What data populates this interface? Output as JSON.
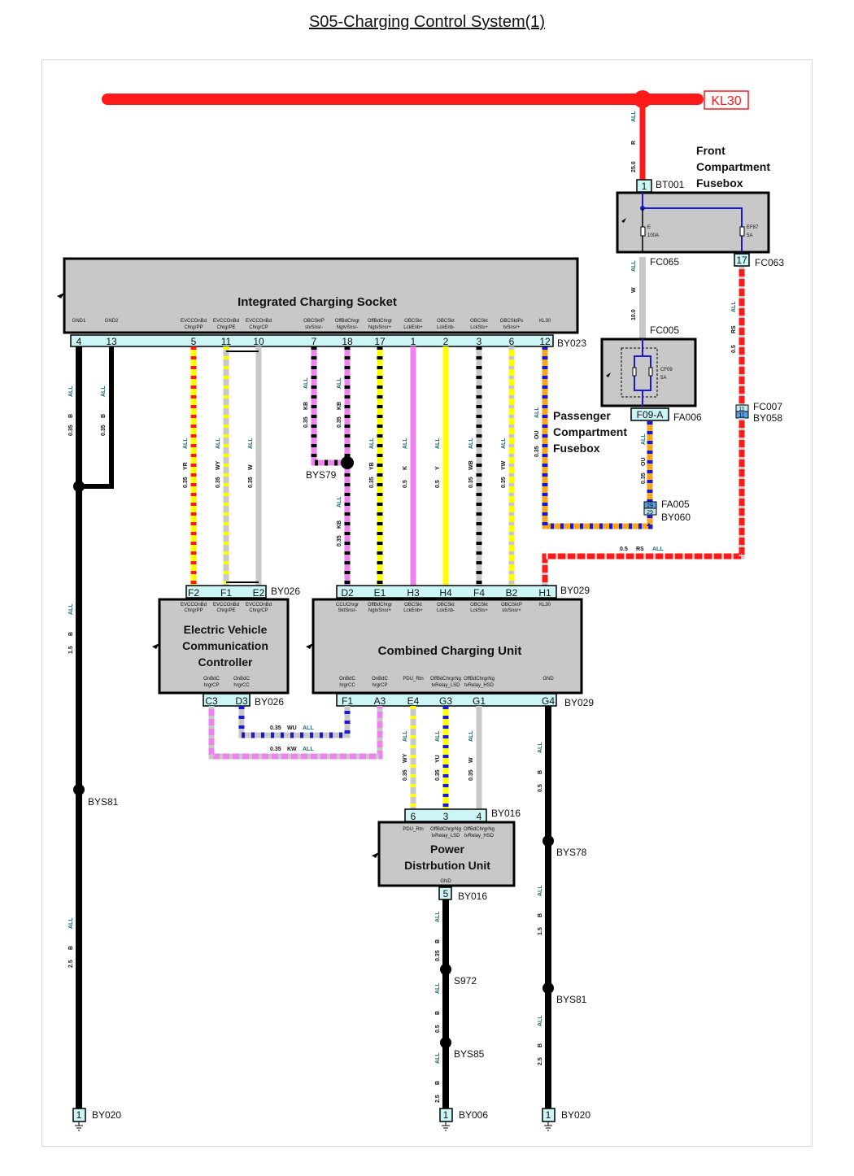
{
  "title": "S05-Charging Control System(1)",
  "supply": {
    "label": "KL30"
  },
  "components": {
    "front_fusebox": {
      "name_lines": [
        "Front",
        "Compartment",
        "Fusebox"
      ],
      "top_connector": "BT001",
      "top_pin": "1",
      "left_connector": "FC065",
      "right_connector": "FC063",
      "right_pin": "17",
      "fuse_e": {
        "name": "E",
        "rating": "100A"
      },
      "fuse_ef87": {
        "name": "EF87",
        "rating": "5A"
      }
    },
    "passenger_fusebox": {
      "name_lines": [
        "Passenger",
        "Compartment",
        "Fusebox"
      ],
      "top_connector": "FC005",
      "bottom_connector": "FA006",
      "bottom_pin": "F09-A",
      "fuse": {
        "name": "CF09",
        "rating": "5A"
      }
    },
    "socket": {
      "name": "Integrated Charging Socket",
      "connector": "BY023",
      "pins": [
        {
          "num": "4",
          "label": "GND1"
        },
        {
          "num": "13",
          "label": "GND2"
        },
        {
          "num": "5",
          "label": "EVCCOnBd ChrgrPP"
        },
        {
          "num": "11",
          "label": "EVCCOnBd ChrgrPE"
        },
        {
          "num": "10",
          "label": "EVCCOnBd ChrgrCP"
        },
        {
          "num": "7",
          "label": "OBCSktP stvSnsr-"
        },
        {
          "num": "18",
          "label": "OffBdChrgr NgtvSnsr-"
        },
        {
          "num": "17",
          "label": "OffBdChrgr NgtvSnsr+"
        },
        {
          "num": "1",
          "label": "OBCSkt LckEnb+"
        },
        {
          "num": "2",
          "label": "OBCSkt LckEnb-"
        },
        {
          "num": "3",
          "label": "OBCSkt LckSts+"
        },
        {
          "num": "6",
          "label": "OBCSktPs tvSnsr+"
        },
        {
          "num": "12",
          "label": "KL30"
        }
      ]
    },
    "evcc": {
      "name_lines": [
        "Electric Vehicle",
        "Communication",
        "Controller"
      ],
      "connector_top": "BY026",
      "connector_bottom": "BY026",
      "top_pins": [
        {
          "num": "F2",
          "label": "EVCCOnBd ChrgrPP"
        },
        {
          "num": "F1",
          "label": "EVCCOnBd ChrgrPE"
        },
        {
          "num": "E2",
          "label": "EVCCOnBd ChrgrCP"
        }
      ],
      "bottom_pins": [
        {
          "num": "C3",
          "label": "OnBdC hrgrCP"
        },
        {
          "num": "D3",
          "label": "OnBdC hrgrCC"
        }
      ]
    },
    "ccu": {
      "name": "Combined Charging Unit",
      "connector_top": "BY029",
      "connector_bottom": "BY029",
      "top_pins": [
        {
          "num": "D2",
          "label": "CCUChrgr SktSnsr-"
        },
        {
          "num": "E1",
          "label": "OffBdChrgr NgtvSnsr+"
        },
        {
          "num": "H3",
          "label": "OBCSkt LckEnb+"
        },
        {
          "num": "H4",
          "label": "OBCSkt LckEnb-"
        },
        {
          "num": "F4",
          "label": "OBCSkt LckSts+"
        },
        {
          "num": "B2",
          "label": "OBCSktP stvSnsr+"
        },
        {
          "num": "H1",
          "label": "KL30"
        }
      ],
      "bottom_pins": [
        {
          "num": "F1",
          "label": "OnBdC hrgrCC"
        },
        {
          "num": "A3",
          "label": "OnBdC hrgrCP"
        },
        {
          "num": "E4",
          "label": "PDU_Rtn"
        },
        {
          "num": "G3",
          "label": "OffBdChrgrNg tvRelay_LSD"
        },
        {
          "num": "G1",
          "label": "OffBdChrgrNg tvRelay_HSD"
        },
        {
          "num": "G4",
          "label": "GND"
        }
      ]
    },
    "pdu": {
      "name_lines": [
        "Power",
        "Distrbution Unit"
      ],
      "connector_top": "BY016",
      "connector_bottom": "BY016",
      "top_pins": [
        {
          "num": "6",
          "label": "PDU_Rtn"
        },
        {
          "num": "3",
          "label": "OffBdChrgrNg tvRelay_LSD"
        },
        {
          "num": "4",
          "label": "OffBdChrgrNg tvRelay_HSD"
        }
      ],
      "bottom_pins": [
        {
          "num": "5",
          "label": "GND"
        }
      ]
    }
  },
  "inline_connectors": {
    "fc007": {
      "name1": "FC007",
      "name2": "BY058",
      "pin": "11"
    },
    "fa005": {
      "name1": "FA005",
      "name2": "BY060",
      "pin": "29"
    }
  },
  "splices": {
    "bys79": "BYS79",
    "bys81_left": "BYS81",
    "bys78": "BYS78",
    "bys81_right": "BYS81",
    "s972": "S972",
    "bys85": "BYS85"
  },
  "grounds": [
    {
      "pin": "1",
      "name": "BY020"
    },
    {
      "pin": "1",
      "name": "BY006"
    },
    {
      "pin": "1",
      "name": "BY020"
    }
  ],
  "wire_labels": {
    "all": "ALL",
    "kl30_drop": {
      "size": "25.0",
      "color": "R"
    },
    "fc065_fc005": {
      "size": "10.0",
      "color": "W"
    },
    "fc063_fc007": {
      "size": "0.5",
      "color": "RS"
    },
    "fc007_h1": {
      "size": "0.5",
      "color": "RS"
    },
    "p12": {
      "size": "0.35",
      "color": "OU"
    },
    "f09": {
      "size": "0.35",
      "color": "OU"
    },
    "gnd4": {
      "size": "0.35",
      "color": "B"
    },
    "gnd13": {
      "size": "0.35",
      "color": "B"
    },
    "gnd_main1": {
      "size": "1.5",
      "color": "B"
    },
    "gnd_main2": {
      "size": "2.5",
      "color": "B"
    },
    "p5": {
      "size": "0.35",
      "color": "YR"
    },
    "p11": {
      "size": "0.35",
      "color": "WY"
    },
    "p10": {
      "size": "0.35",
      "color": "W"
    },
    "p7": {
      "size": "0.35",
      "color": "KB"
    },
    "p18": {
      "size": "0.35",
      "color": "KB"
    },
    "d2": {
      "size": "0.35",
      "color": "KB"
    },
    "p17": {
      "size": "0.35",
      "color": "YB"
    },
    "p1": {
      "size": "0.5",
      "color": "K"
    },
    "p2": {
      "size": "0.5",
      "color": "Y"
    },
    "p3": {
      "size": "0.35",
      "color": "WB"
    },
    "p6": {
      "size": "0.35",
      "color": "YW"
    },
    "d3f1": {
      "size": "0.35",
      "color": "WU"
    },
    "c3a3": {
      "size": "0.35",
      "color": "KW"
    },
    "e4": {
      "size": "0.35",
      "color": "WY"
    },
    "g3": {
      "size": "0.35",
      "color": "YU"
    },
    "g1": {
      "size": "0.35",
      "color": "W"
    },
    "g4a": {
      "size": "0.5",
      "color": "B"
    },
    "g4b": {
      "size": "1.5",
      "color": "B"
    },
    "g4c": {
      "size": "2.5",
      "color": "B"
    },
    "pdu_g1": {
      "size": "0.35",
      "color": "B"
    },
    "pdu_g2": {
      "size": "0.5",
      "color": "B"
    },
    "pdu_g3": {
      "size": "2.5",
      "color": "B"
    }
  },
  "colors": {
    "red": "#ff1a1a",
    "black": "#000000",
    "yellow": "#ffff00",
    "gray": "#c8c8c8",
    "pink": "#ee82ee",
    "blue": "#1a1acc",
    "orange": "#f5a623",
    "box_fill": "#c8c8c8",
    "connector_fill": "#ccf5f5"
  }
}
